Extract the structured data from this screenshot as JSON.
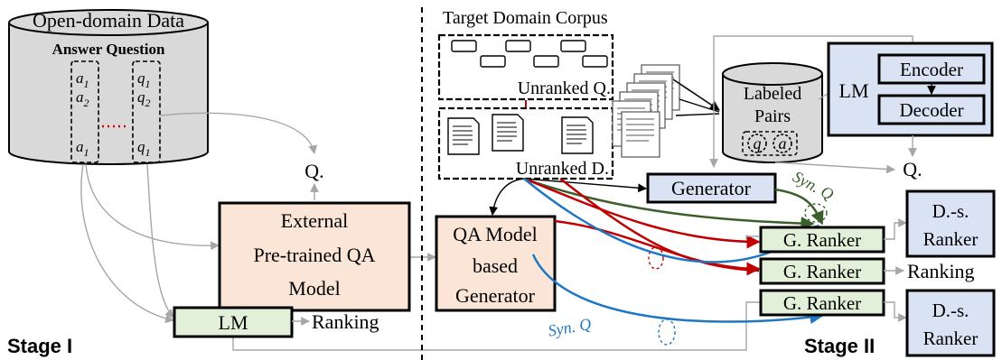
{
  "stage1": {
    "label": "Stage I",
    "open_domain": {
      "title": "Open-domain Data",
      "header": "Answer Question",
      "answers": [
        "a",
        "a",
        "a"
      ],
      "answer_subs": [
        "1",
        "2",
        "1"
      ],
      "questions": [
        "q",
        "q",
        "q"
      ],
      "question_subs": [
        "1",
        "2",
        "1"
      ]
    },
    "q_output": "Q.",
    "external_model": [
      "External",
      "Pre-trained QA",
      "Model"
    ],
    "lm_box": "LM",
    "ranking": "Ranking"
  },
  "stage2": {
    "label": "Stage II",
    "corpus_title": "Target Domain Corpus",
    "unranked_q": "Unranked Q.",
    "unranked_d": "Unranked D.",
    "labeled_pairs": [
      "Labeled",
      "Pairs"
    ],
    "pair_q": "q",
    "pair_a": "a",
    "lm_label": "LM",
    "encoder": "Encoder",
    "decoder": "Decoder",
    "q_output": "Q.",
    "generator": "Generator",
    "qa_generator": [
      "QA Model",
      "based",
      "Generator"
    ],
    "syn_q_top": "Syn. Q",
    "syn_q_bottom": "Syn. Q",
    "g_ranker_1": "G. Ranker",
    "g_ranker_2": "G. Ranker",
    "g_ranker_3": "G. Ranker",
    "ds_ranker_1": [
      "D.-s.",
      "Ranker"
    ],
    "ds_ranker_2": [
      "D.-s.",
      "Ranker"
    ],
    "ranking": "Ranking"
  },
  "colors": {
    "external_fill": "#fbe5d6",
    "generator_fill": "#dae3f3",
    "ranker_fill": "#e2f0d9",
    "lm_fill": "#e2f0d9",
    "lm_panel_fill": "#dae3f3",
    "cylinder_fill": "#d9d9d9",
    "arrow_gray": "#a6a6a6",
    "arrow_green": "#3a5f2a",
    "arrow_red": "#c00000",
    "arrow_blue": "#1f77c4",
    "dots_red": "#e00000"
  }
}
